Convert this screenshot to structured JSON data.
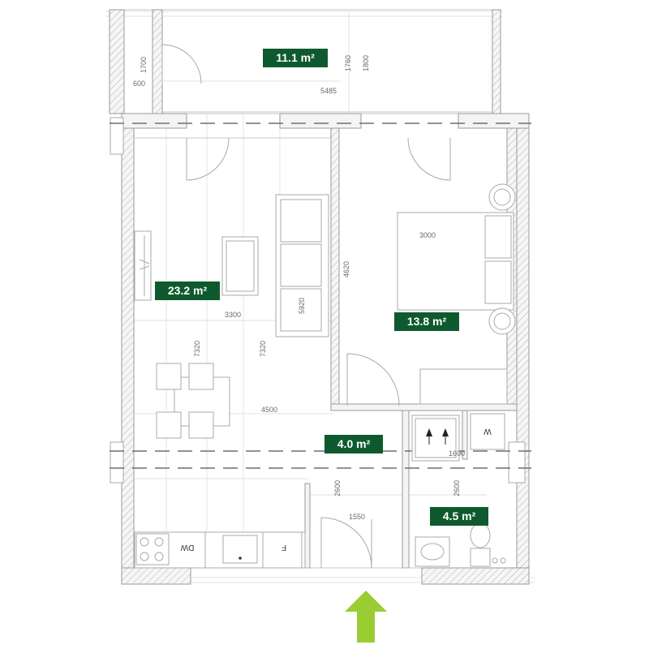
{
  "rooms": [
    {
      "area": "11.1 m²"
    },
    {
      "area": "23.2 m²"
    },
    {
      "area": "13.8 m²"
    },
    {
      "area": "4.0 m²"
    },
    {
      "area": "4.5 m²"
    }
  ],
  "dimensions": {
    "d1700": "1700",
    "d600": "600",
    "d1760": "1760",
    "d1800": "1800",
    "d5485": "5485",
    "d4620": "4620",
    "d3000": "3000",
    "d5920": "5920",
    "d3300": "3300",
    "d7320a": "7320",
    "d7320b": "7320",
    "d4500": "4500",
    "d1600": "1600",
    "d2600a": "2600",
    "d2600b": "2600",
    "d1550": "1550"
  },
  "appliances": {
    "dishwasher": "DW",
    "fridge": "F",
    "washer": "W"
  },
  "colors": {
    "badge": "#0e5a2e",
    "entrance_arrow": "#9acd32",
    "walls": "#9a9a9a"
  },
  "icons": {
    "entrance": "entrance-arrow-icon"
  }
}
